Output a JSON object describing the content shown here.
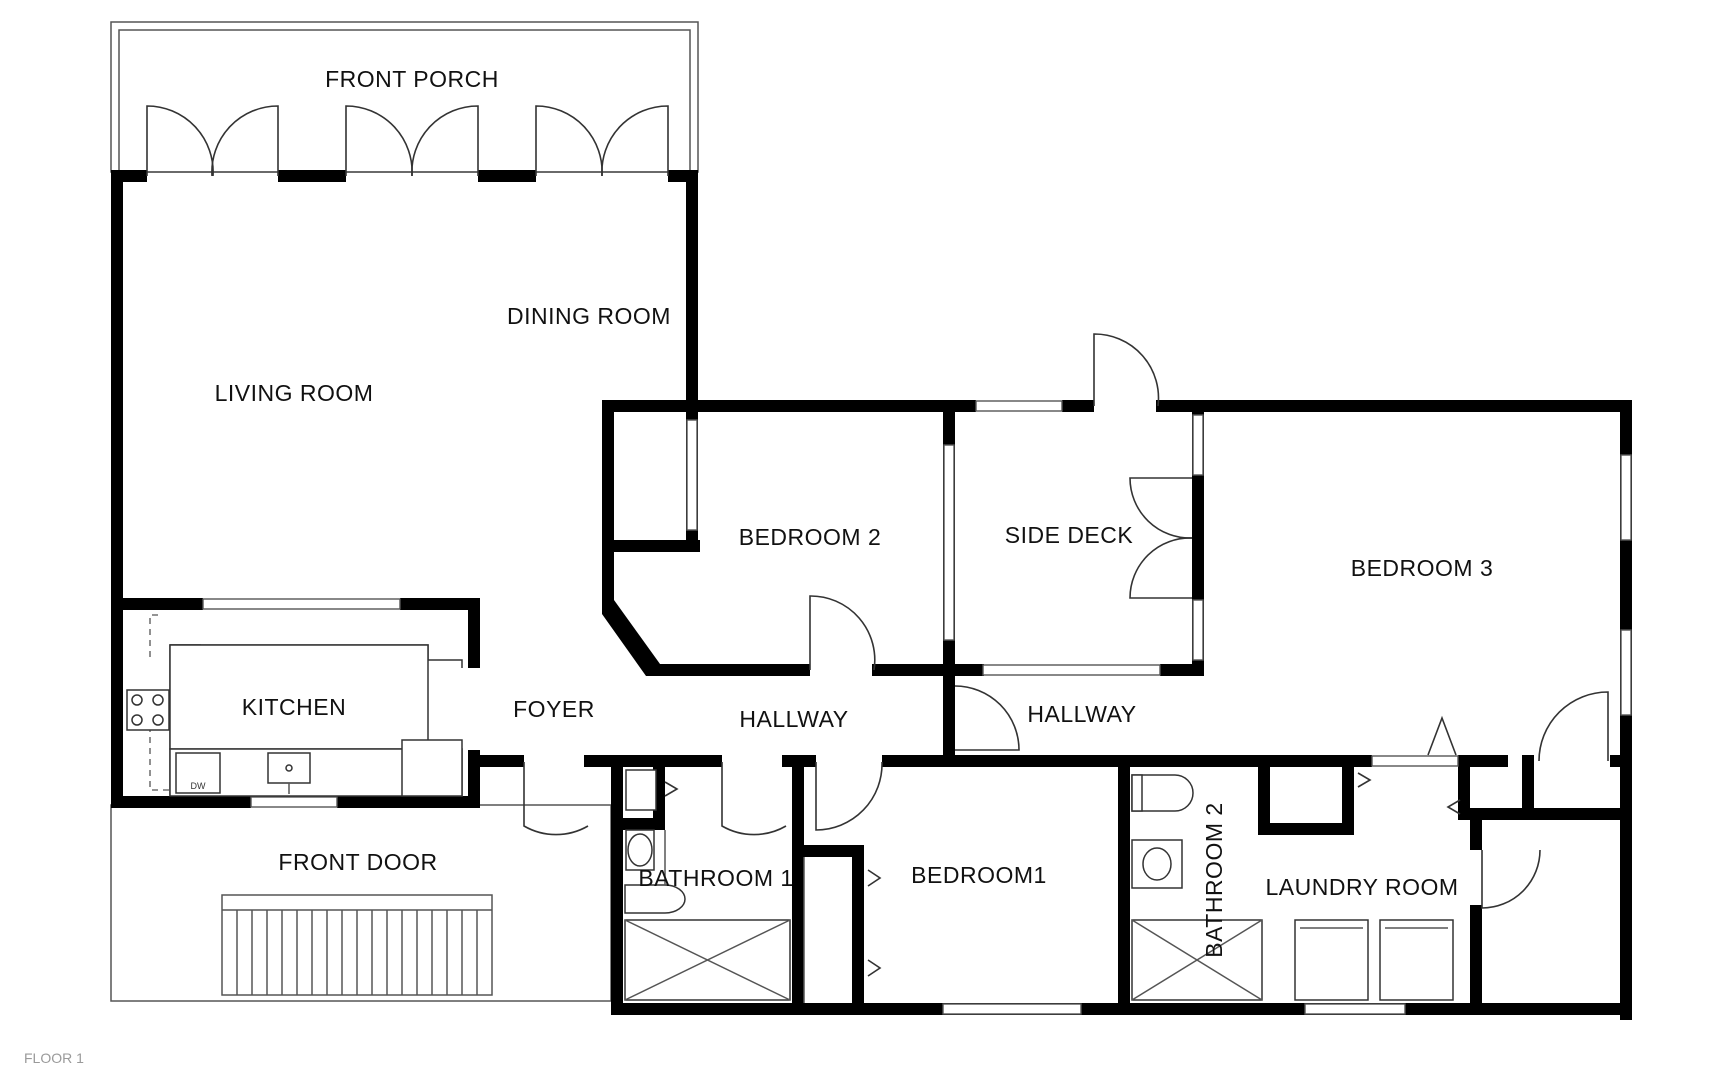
{
  "floor_label": "FLOOR 1",
  "rooms": {
    "front_porch": "FRONT PORCH",
    "dining_room": "DINING ROOM",
    "living_room": "LIVING ROOM",
    "bedroom_2": "BEDROOM 2",
    "side_deck": "SIDE DECK",
    "bedroom_3": "BEDROOM 3",
    "kitchen": "KITCHEN",
    "foyer": "FOYER",
    "hallway_west": "HALLWAY",
    "hallway_east": "HALLWAY",
    "front_door": "FRONT DOOR",
    "bathroom_1": "BATHROOM 1",
    "bedroom_1": "BEDROOM1",
    "bathroom_2": "BATHROOM 2",
    "laundry_room": "LAUNDRY ROOM"
  },
  "fixtures": {
    "dishwasher": "DW"
  }
}
